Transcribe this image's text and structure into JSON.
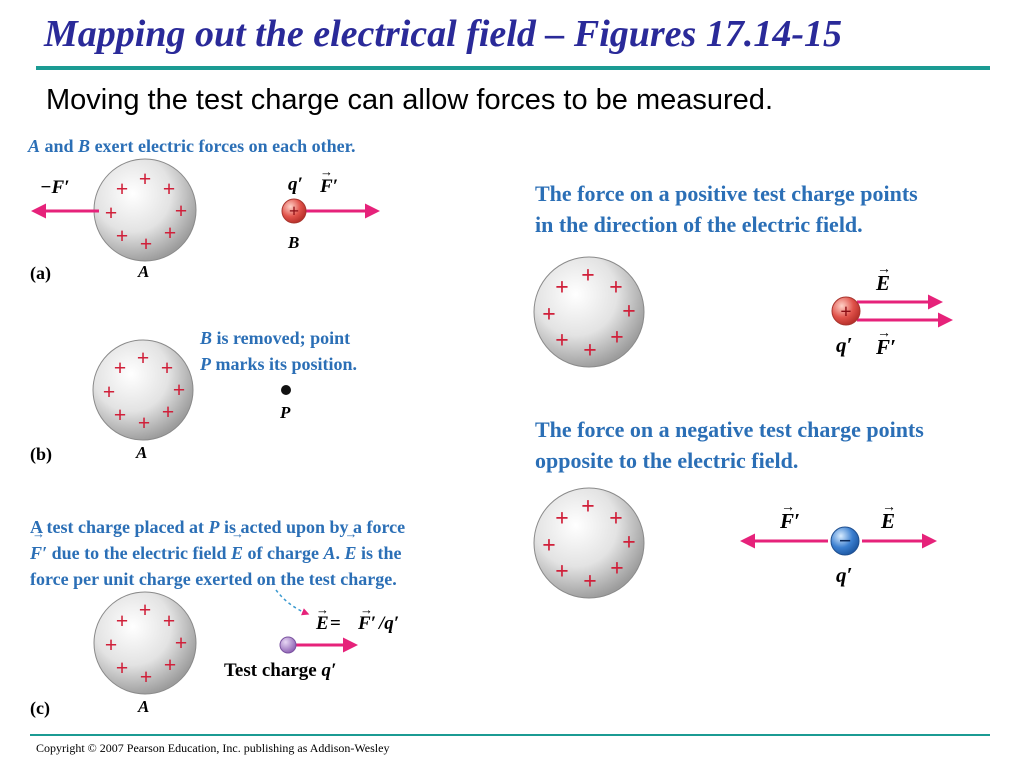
{
  "title": "Mapping out the electrical field – Figures 17.14-15",
  "subtitle": "Moving the test charge can allow forces to be measured.",
  "panel_a": {
    "caption_letter_a": "A",
    "caption_mid": " and ",
    "caption_letter_b": "B",
    "caption_end": " exert electric forces on each other.",
    "label_neg_force": "−F′",
    "label_q": "q′",
    "label_force": "F′",
    "label_b": "B",
    "label_a": "A",
    "panel_label": "(a)"
  },
  "panel_b": {
    "caption_letter_b": "B",
    "caption_line1": " is removed; point",
    "caption_letter_p": "P",
    "caption_line2": " marks its position.",
    "label_p": "P",
    "label_a": "A",
    "panel_label": "(b)"
  },
  "panel_c": {
    "cap_l1a": "A test charge placed at ",
    "cap_l1p": "P",
    "cap_l1b": " is acted upon by a force",
    "cap_l2f": "F′",
    "cap_l2a": " due to the electric field ",
    "cap_l2e": "E",
    "cap_l2b": " of charge ",
    "cap_l2A": "A",
    "cap_l2c": ". ",
    "cap_l2e2": "E",
    "cap_l2d": " is the",
    "cap_l3": "force per unit charge exerted on the test charge.",
    "formula_e": "E",
    "formula_eq": " = ",
    "formula_f": "F′",
    "formula_q": "/q′",
    "label_test": "Test charge ",
    "label_test_q": "q′",
    "label_a": "A",
    "panel_label": "(c)"
  },
  "panel_pos": {
    "caption_line1": "The force on a positive test charge points",
    "caption_line2": "in the direction of the electric field.",
    "label_e": "E",
    "label_q": "q′",
    "label_f": "F′"
  },
  "panel_neg": {
    "caption_line1": "The force on a negative test charge points",
    "caption_line2": "opposite to the electric field.",
    "label_f": "F′",
    "label_e": "E",
    "label_q": "q′"
  },
  "charge_symbol_plus": "+",
  "charge_symbol_minus": "−",
  "copyright": "Copyright © 2007  Pearson Education, Inc. publishing as Addison-Wesley",
  "colors": {
    "title": "#2a2a99",
    "rule": "#1b9b93",
    "caption": "#2b6fb6",
    "arrow": "#e6227a",
    "plus_sign": "#d0203a",
    "positive_charge": "#e0524a",
    "negative_charge": "#3b7fd0",
    "test_charge": "#a27ac4"
  }
}
